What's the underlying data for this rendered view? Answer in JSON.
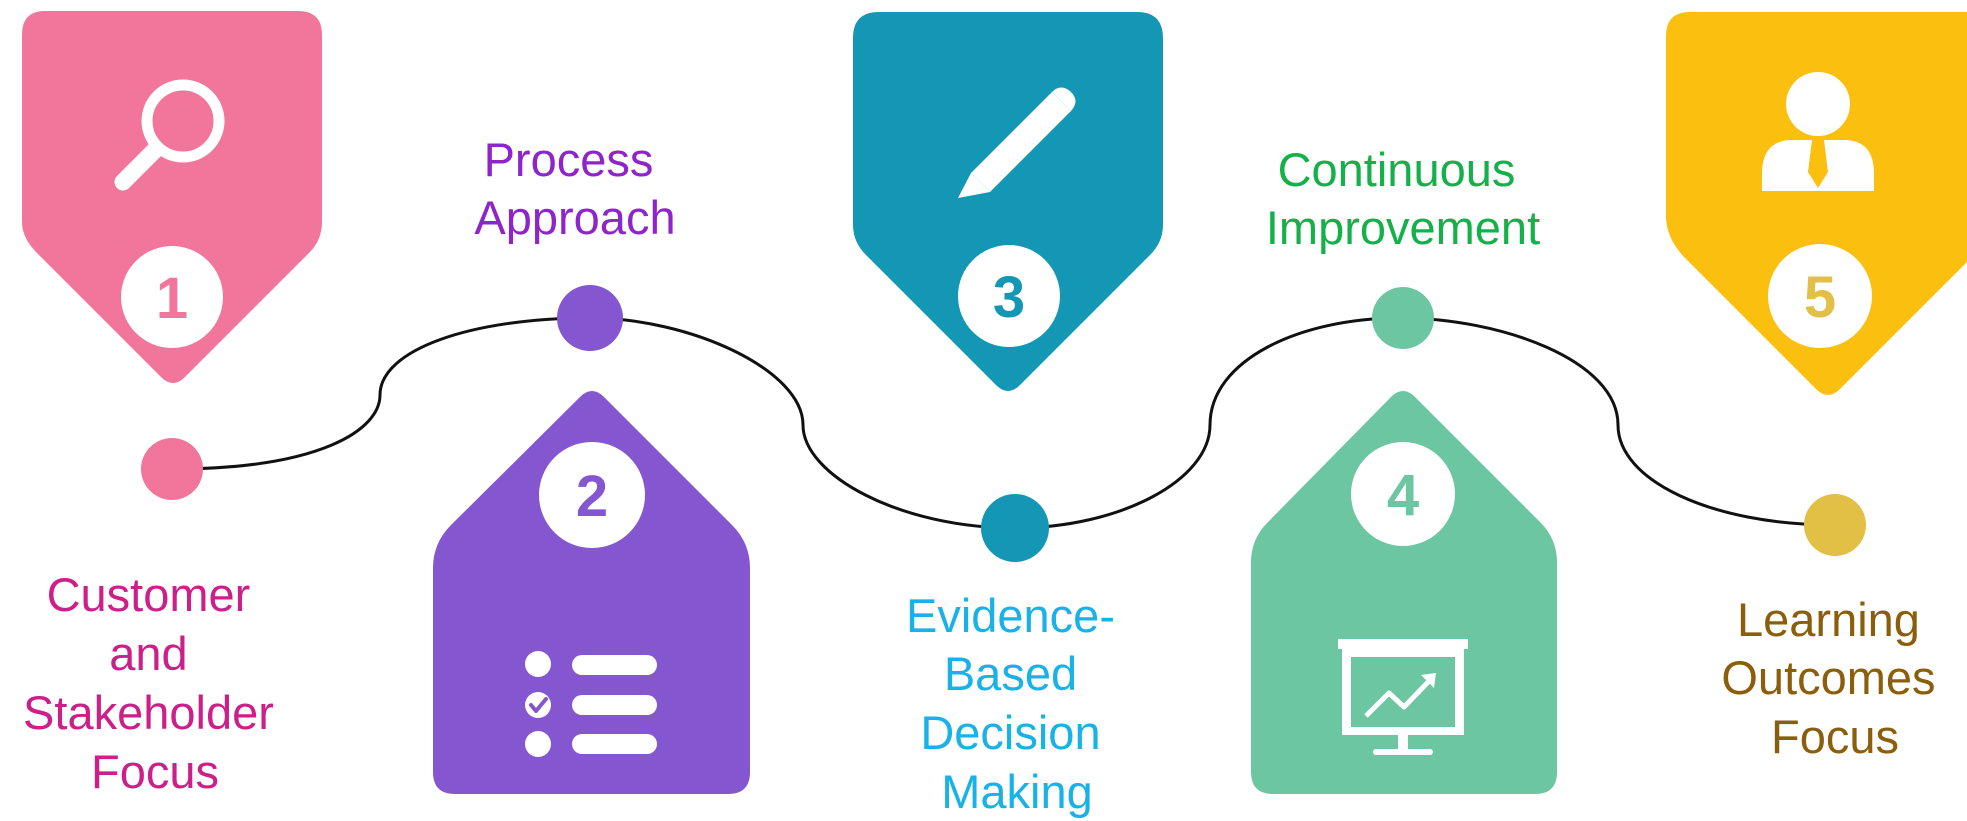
{
  "steps": [
    {
      "number": "1",
      "label_lines": [
        "Customer",
        "and",
        "Stakeholder",
        "Focus"
      ],
      "color": "#f2769b",
      "label_color": "#cc1f8a",
      "number_color": "#f2769b",
      "icon": "magnifier-icon"
    },
    {
      "number": "2",
      "label_lines": [
        "Process",
        "Approach"
      ],
      "color": "#8456cf",
      "label_color": "#8e24c9",
      "number_color": "#8456cf",
      "icon": "checklist-icon"
    },
    {
      "number": "3",
      "label_lines": [
        "Evidence-",
        "Based",
        "Decision",
        "Making"
      ],
      "color": "#1497b5",
      "label_color": "#19b2e6",
      "number_color": "#1497b5",
      "icon": "pencil-icon"
    },
    {
      "number": "4",
      "label_lines": [
        "Continuous",
        "Improvement"
      ],
      "color": "#6cc6a2",
      "label_color": "#14b04a",
      "number_color": "#6cc6a2",
      "icon": "presentation-chart-icon"
    },
    {
      "number": "5",
      "label_lines": [
        "Learning",
        "Outcomes",
        "Focus"
      ],
      "color": "#fbbf10",
      "label_color": "#8a5e0a",
      "number_color": "#e2bf45",
      "icon": "person-with-tie-icon"
    }
  ],
  "connector_color": "#111111",
  "node_5_color": "#e2bf45"
}
